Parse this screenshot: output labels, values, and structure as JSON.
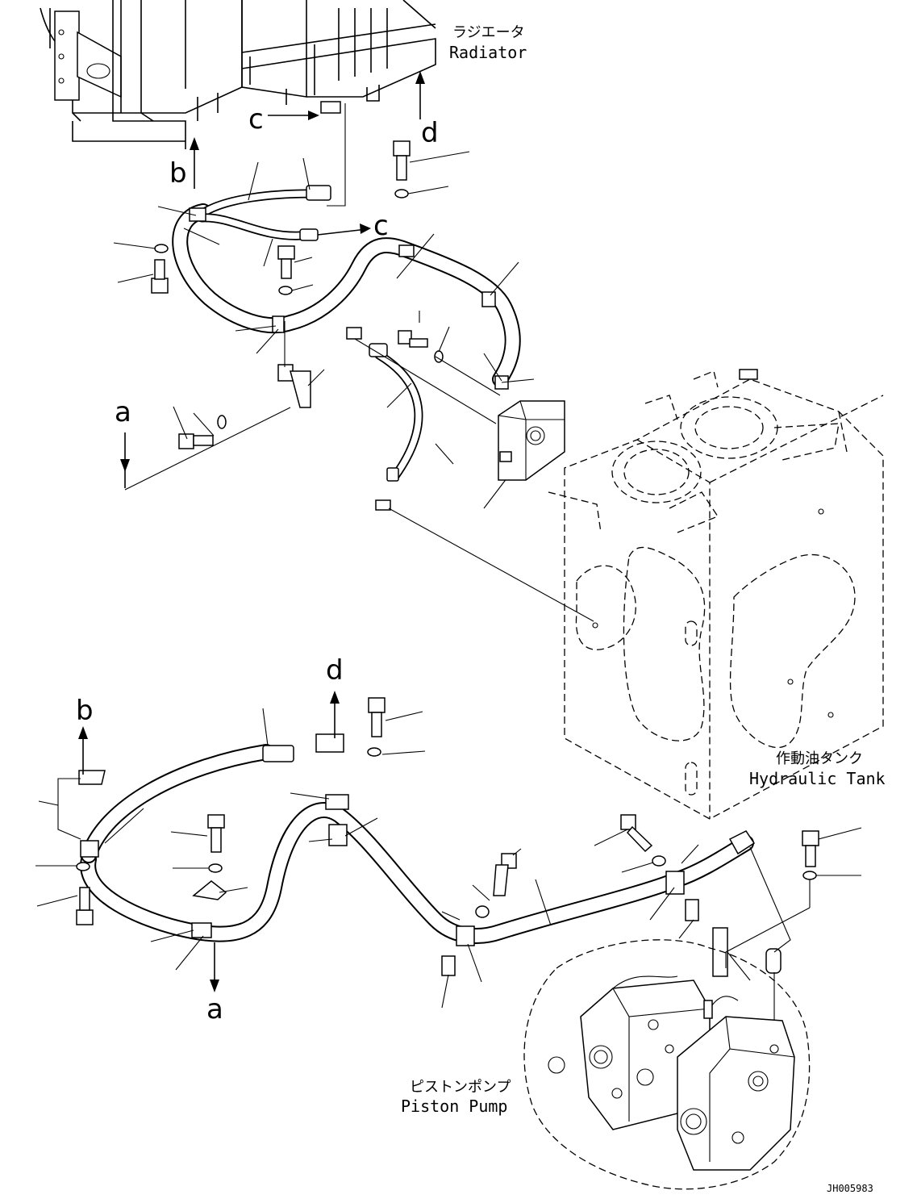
{
  "components": {
    "radiator": {
      "label_jp": "ラジエータ",
      "label_en": "Radiator"
    },
    "hydraulic_tank": {
      "label_jp": "作動油タンク",
      "label_en": "Hydraulic Tank"
    },
    "piston_pump": {
      "label_jp": "ピストンポンプ",
      "label_en": "Piston Pump"
    }
  },
  "reference_letters": {
    "a_top": "a",
    "a_bottom": "a",
    "b_top": "b",
    "b_bottom": "b",
    "c_left": "c",
    "c_right": "c",
    "d_top": "d",
    "d_bottom": "d"
  },
  "drawing_code": "JH005983"
}
